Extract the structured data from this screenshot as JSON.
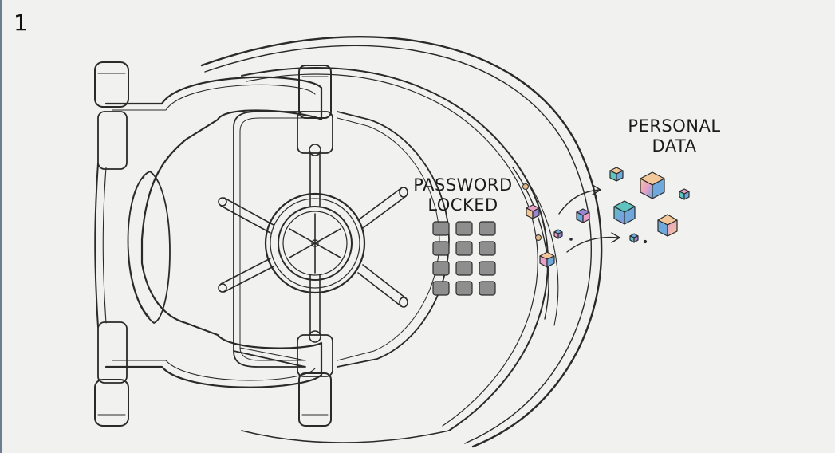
{
  "slide": {
    "number": "1"
  },
  "labels": {
    "lock_line1": "PASSWORD",
    "lock_line2": "LOCKED",
    "data_line1": "PERSONAL",
    "data_line2": "DATA"
  },
  "icons": {
    "vault": "vault-door-icon",
    "wheel": "vault-wheel-icon",
    "keypad": "keypad-icon",
    "data_cubes": "data-cube-icon"
  },
  "colors": {
    "background": "#f1f1f0",
    "ink": "#2a2a2a",
    "keypad_fill": "#8e8e8e",
    "cube_blue": "#6fa8dc",
    "cube_teal": "#5fc3c0",
    "cube_pink": "#e8a0c8",
    "cube_peach": "#f2c79a",
    "cube_purple": "#9b86d6"
  }
}
